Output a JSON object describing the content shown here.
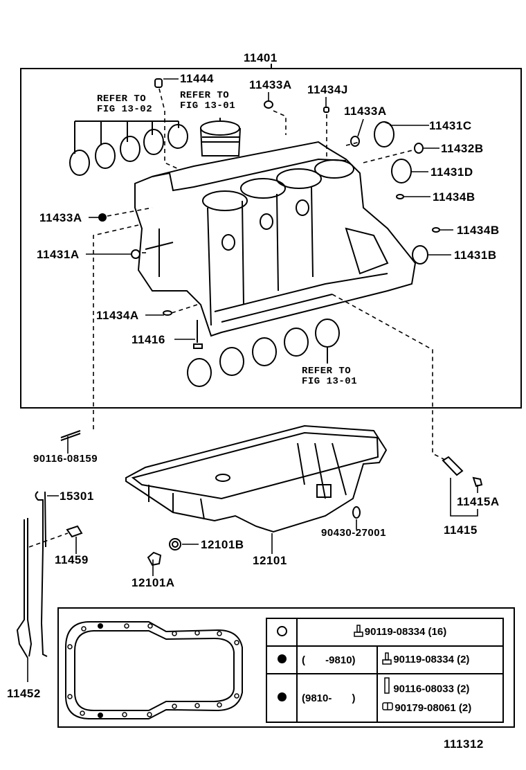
{
  "diagram": {
    "title_part": "11401",
    "figure_number": "111312",
    "references": [
      {
        "id": "ref-fig-13-02",
        "text": "REFER TO\nFIG 13-02"
      },
      {
        "id": "ref-fig-13-01-top",
        "text": "REFER TO\nFIG 13-01"
      },
      {
        "id": "ref-fig-13-01-bottom",
        "text": "REFER TO\nFIG 13-01"
      }
    ],
    "callouts": {
      "p11444": "11444",
      "p11433A_top": "11433A",
      "p11434J": "11434J",
      "p11433A_right": "11433A",
      "p11431C": "11431C",
      "p11432B": "11432B",
      "p11431D": "11431D",
      "p11434B_1": "11434B",
      "p11434B_2": "11434B",
      "p11431B": "11431B",
      "p11433A_left": "11433A",
      "p11431A": "11431A",
      "p11434A": "11434A",
      "p11416": "11416",
      "p90116_08159": "90116-08159",
      "p15301": "15301",
      "p11459": "11459",
      "p12101B": "12101B",
      "p12101A": "12101A",
      "p12101": "12101",
      "p90430_27001": "90430-27001",
      "p11415A": "11415A",
      "p11415": "11415",
      "p11452": "11452"
    },
    "legend_table": {
      "rows": [
        {
          "symbol": "open-circle",
          "range": "",
          "parts": [
            "90119-08334 (16)"
          ]
        },
        {
          "symbol": "filled-circle",
          "range": "(       -9810)",
          "parts": [
            "90119-08334 (2)"
          ]
        },
        {
          "symbol": "filled-circle",
          "range": "(9810-       )",
          "parts": [
            "90116-08033 (2)",
            "90179-08061 (2)"
          ]
        }
      ]
    }
  }
}
